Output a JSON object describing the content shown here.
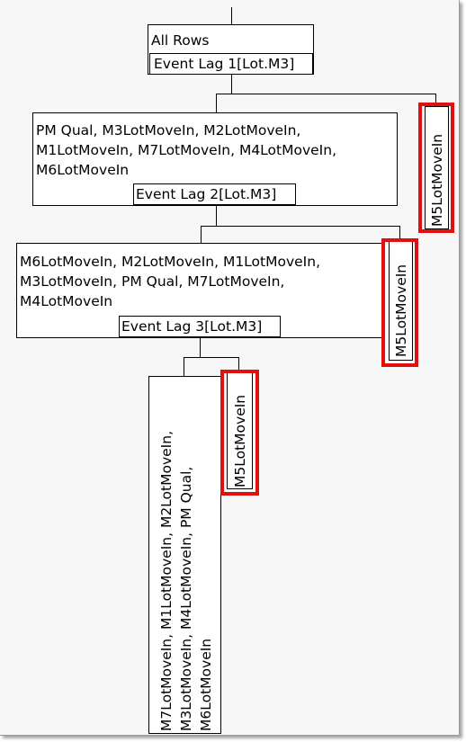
{
  "tree": {
    "root": {
      "label": "All Rows",
      "split": "Event Lag 1[Lot.M3]"
    },
    "level1": {
      "left": {
        "label": "PM Qual, M3LotMoveIn, M2LotMoveIn,\nM1LotMoveIn, M7LotMoveIn, M4LotMoveIn,\nM6LotMoveIn",
        "split": "Event Lag 2[Lot.M3]"
      },
      "right": {
        "label": "M5LotMoveIn",
        "highlighted": true
      }
    },
    "level2": {
      "left": {
        "label": "M6LotMoveIn, M2LotMoveIn, M1LotMoveIn,\nM3LotMoveIn, PM Qual, M7LotMoveIn,\nM4LotMoveIn",
        "split": "Event Lag 3[Lot.M3]"
      },
      "right": {
        "label": "M5LotMoveIn",
        "highlighted": true
      }
    },
    "level3": {
      "left": {
        "label": "M7LotMoveIn, M1LotMoveIn, M2LotMoveIn,\nM3LotMoveIn, M4LotMoveIn, PM Qual,\nM6LotMoveIn"
      },
      "right": {
        "label": "M5LotMoveIn",
        "highlighted": true
      }
    }
  },
  "colors": {
    "highlight": "#e01010",
    "background": "#f7f7f7",
    "node": "#ffffff",
    "line": "#000000"
  }
}
